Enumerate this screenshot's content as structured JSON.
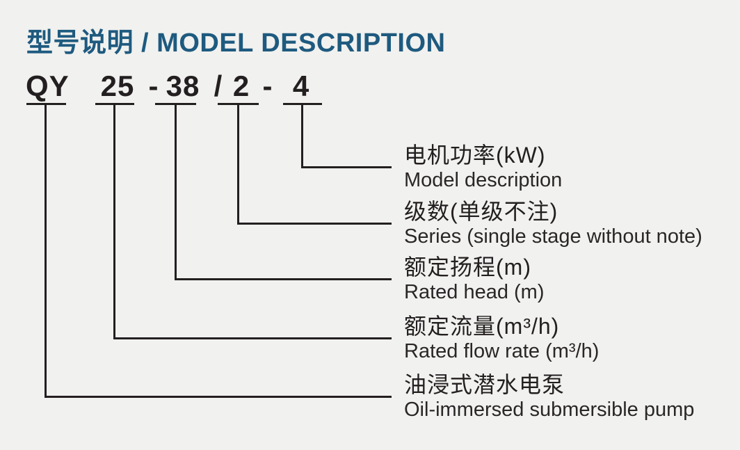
{
  "header": {
    "title": "型号说明 / MODEL DESCRIPTION"
  },
  "colors": {
    "title_accent": "#1e5a7f",
    "ink": "#231f20",
    "background": "#f1f1ef"
  },
  "model_code": {
    "segments": [
      {
        "code": "QY",
        "label_zh": "油浸式潜水电泵",
        "label_en": "Oil-immersed submersible pump"
      },
      {
        "code": "25",
        "label_zh": "额定流量(m³/h)",
        "label_en": "Rated flow rate (m³/h)"
      },
      {
        "code": "38",
        "label_zh": "额定扬程(m)",
        "label_en": "Rated head (m)"
      },
      {
        "code": "2",
        "label_zh": "级数(单级不注)",
        "label_en": "Series (single stage without note)"
      },
      {
        "code": "4",
        "label_zh": "电机功率(kW)",
        "label_en": "Model description"
      }
    ],
    "separators": [
      "-",
      "/",
      "-"
    ]
  }
}
